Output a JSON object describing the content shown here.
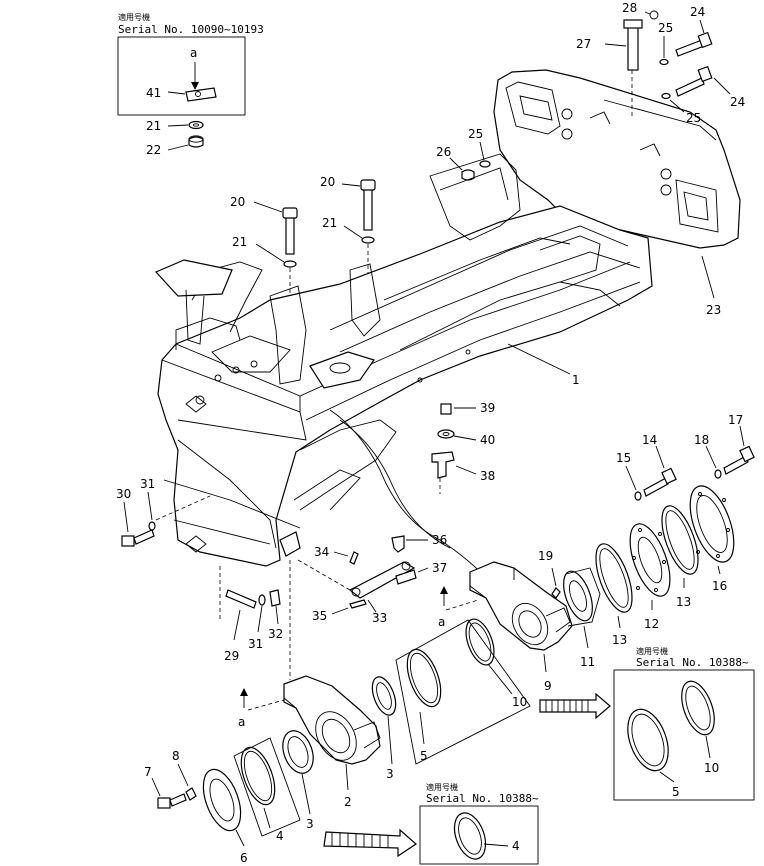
{
  "insets": {
    "top_left": {
      "jp_note": "適用号機",
      "serial": "Serial No. 10090~10193",
      "view_letter": "a"
    },
    "bottom_center": {
      "jp_note": "適用号機",
      "serial": "Serial No. 10388~"
    },
    "right": {
      "jp_note": "適用号機",
      "serial": "Serial No. 10388~"
    }
  },
  "view_letters": {
    "a1": "a",
    "a2": "a"
  },
  "callouts": {
    "c1": "1",
    "c2": "2",
    "c3": "3",
    "c3b": "3",
    "c4": "4",
    "c4b": "4",
    "c5": "5",
    "c5b": "5",
    "c6": "6",
    "c7": "7",
    "c8": "8",
    "c9": "9",
    "c10": "10",
    "c10b": "10",
    "c11": "11",
    "c12": "12",
    "c13": "13",
    "c13b": "13",
    "c14": "14",
    "c15": "15",
    "c16": "16",
    "c17": "17",
    "c18": "18",
    "c19": "19",
    "c20": "20",
    "c20b": "20",
    "c21": "21",
    "c21b": "21",
    "c21c": "21",
    "c22": "22",
    "c23": "23",
    "c24": "24",
    "c24b": "24",
    "c25": "25",
    "c25b": "25",
    "c25c": "25",
    "c26": "26",
    "c27": "27",
    "c28": "28",
    "c29": "29",
    "c30": "30",
    "c31": "31",
    "c31b": "31",
    "c32": "32",
    "c33": "33",
    "c34": "34",
    "c35": "35",
    "c36": "36",
    "c37": "37",
    "c38": "38",
    "c39": "39",
    "c40": "40",
    "c41": "41"
  }
}
